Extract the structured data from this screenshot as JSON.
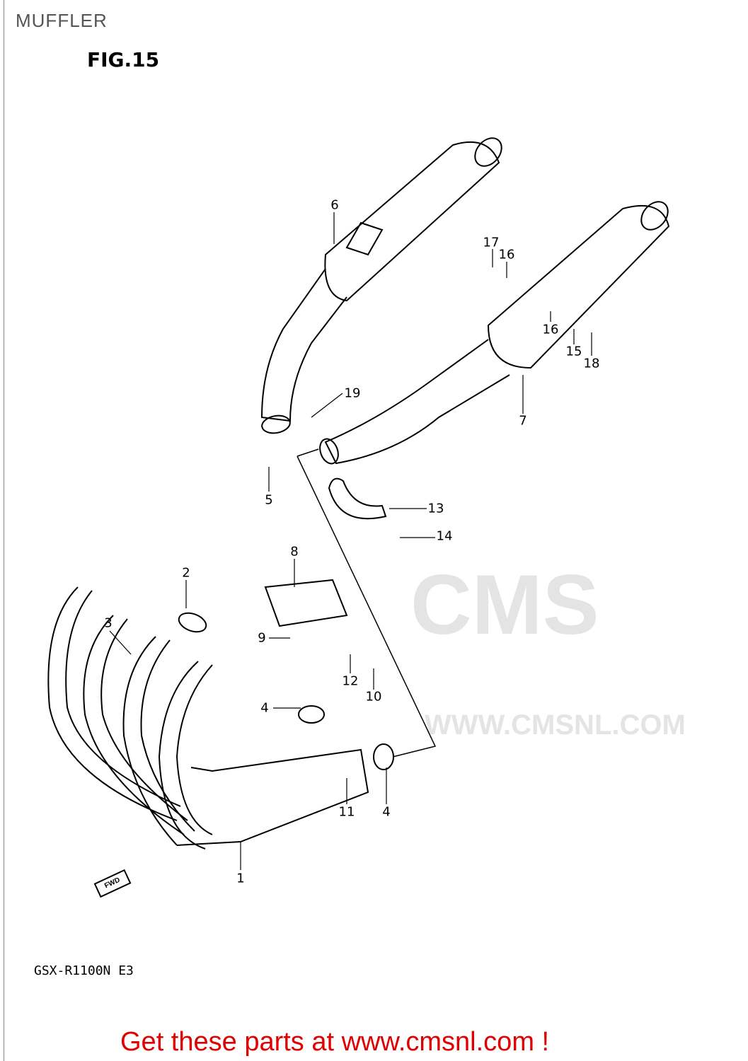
{
  "header": {
    "section_title": "MUFFLER",
    "figure": "FIG.15"
  },
  "model": "GSX-R1100N E3",
  "direction_marker": "FWD",
  "watermark": {
    "logo": "CMS",
    "url": "WWW.CMSNL.COM"
  },
  "footer": {
    "text": "Get these parts at www.cmsnl.com !",
    "color": "#e00000"
  },
  "callouts": [
    "6",
    "17",
    "16",
    "16",
    "15",
    "18",
    "19",
    "7",
    "5",
    "13",
    "14",
    "8",
    "2",
    "3",
    "9",
    "12",
    "10",
    "4",
    "11",
    "4",
    "1"
  ]
}
